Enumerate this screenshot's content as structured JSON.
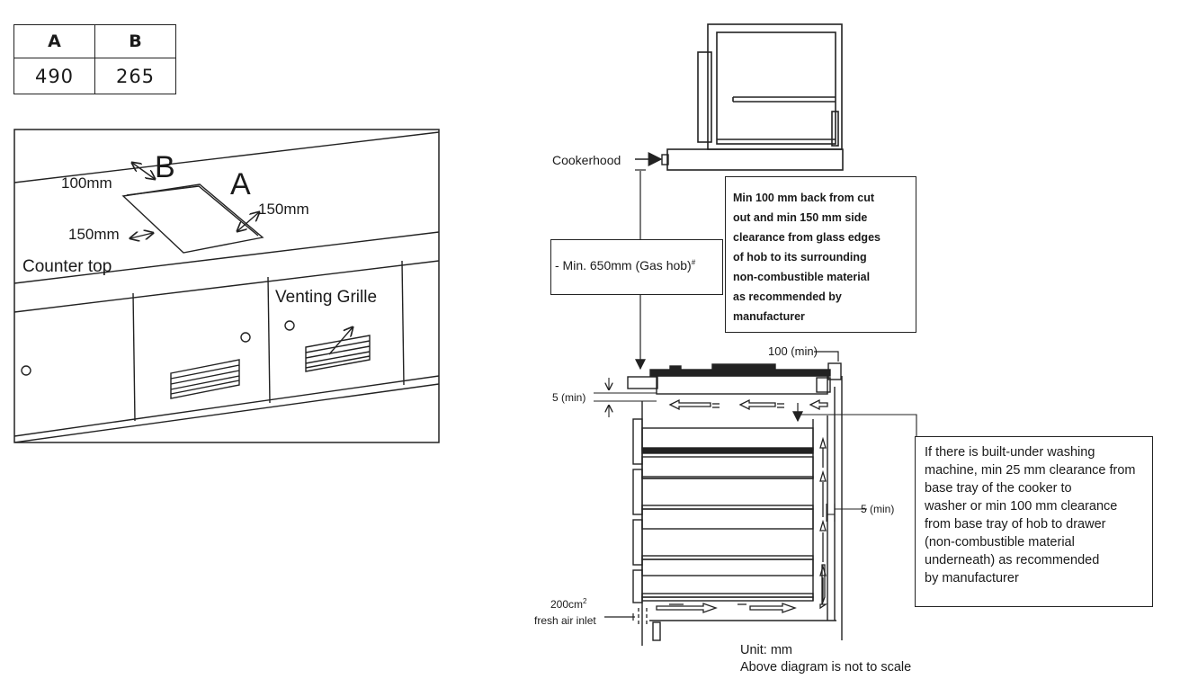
{
  "dims_table": {
    "headers": [
      "A",
      "B"
    ],
    "values": [
      "490",
      "265"
    ]
  },
  "left_diagram": {
    "label_b": "B",
    "label_a": "A",
    "back_clearance": "100mm",
    "right_clearance": "150mm",
    "left_clearance": "150mm",
    "counter_top": "Counter top",
    "venting_grille": "Venting Grille"
  },
  "right_diagram": {
    "cookerhood": "Cookerhood",
    "gas_hob_min": "- Min. 650mm (Gas hob)",
    "gas_hob_mark": "#",
    "note_top": [
      "Min 100 mm back from cut",
      "out  and min 150 mm side",
      "clearance from glass edges",
      "of hob to its surrounding",
      "non-combustible material",
      "as recommended by",
      "manufacturer"
    ],
    "hundred_min": "100 (min)",
    "five_min_left": "5 (min)",
    "five_min_right": "5 (min)",
    "note_bottom": [
      "If there is built-under washing",
      "machine, min 25 mm clearance from",
      "base tray of the cooker to",
      "washer or min 100 mm clearance",
      "from base tray of hob to drawer",
      "(non-combustible material",
      "underneath) as recommended",
      "by manufacturer"
    ],
    "inlet_area": "200cm",
    "inlet_sup": "2",
    "inlet_label": "fresh air inlet",
    "unit": "Unit: mm",
    "scale_note": "Above diagram is not to scale"
  }
}
